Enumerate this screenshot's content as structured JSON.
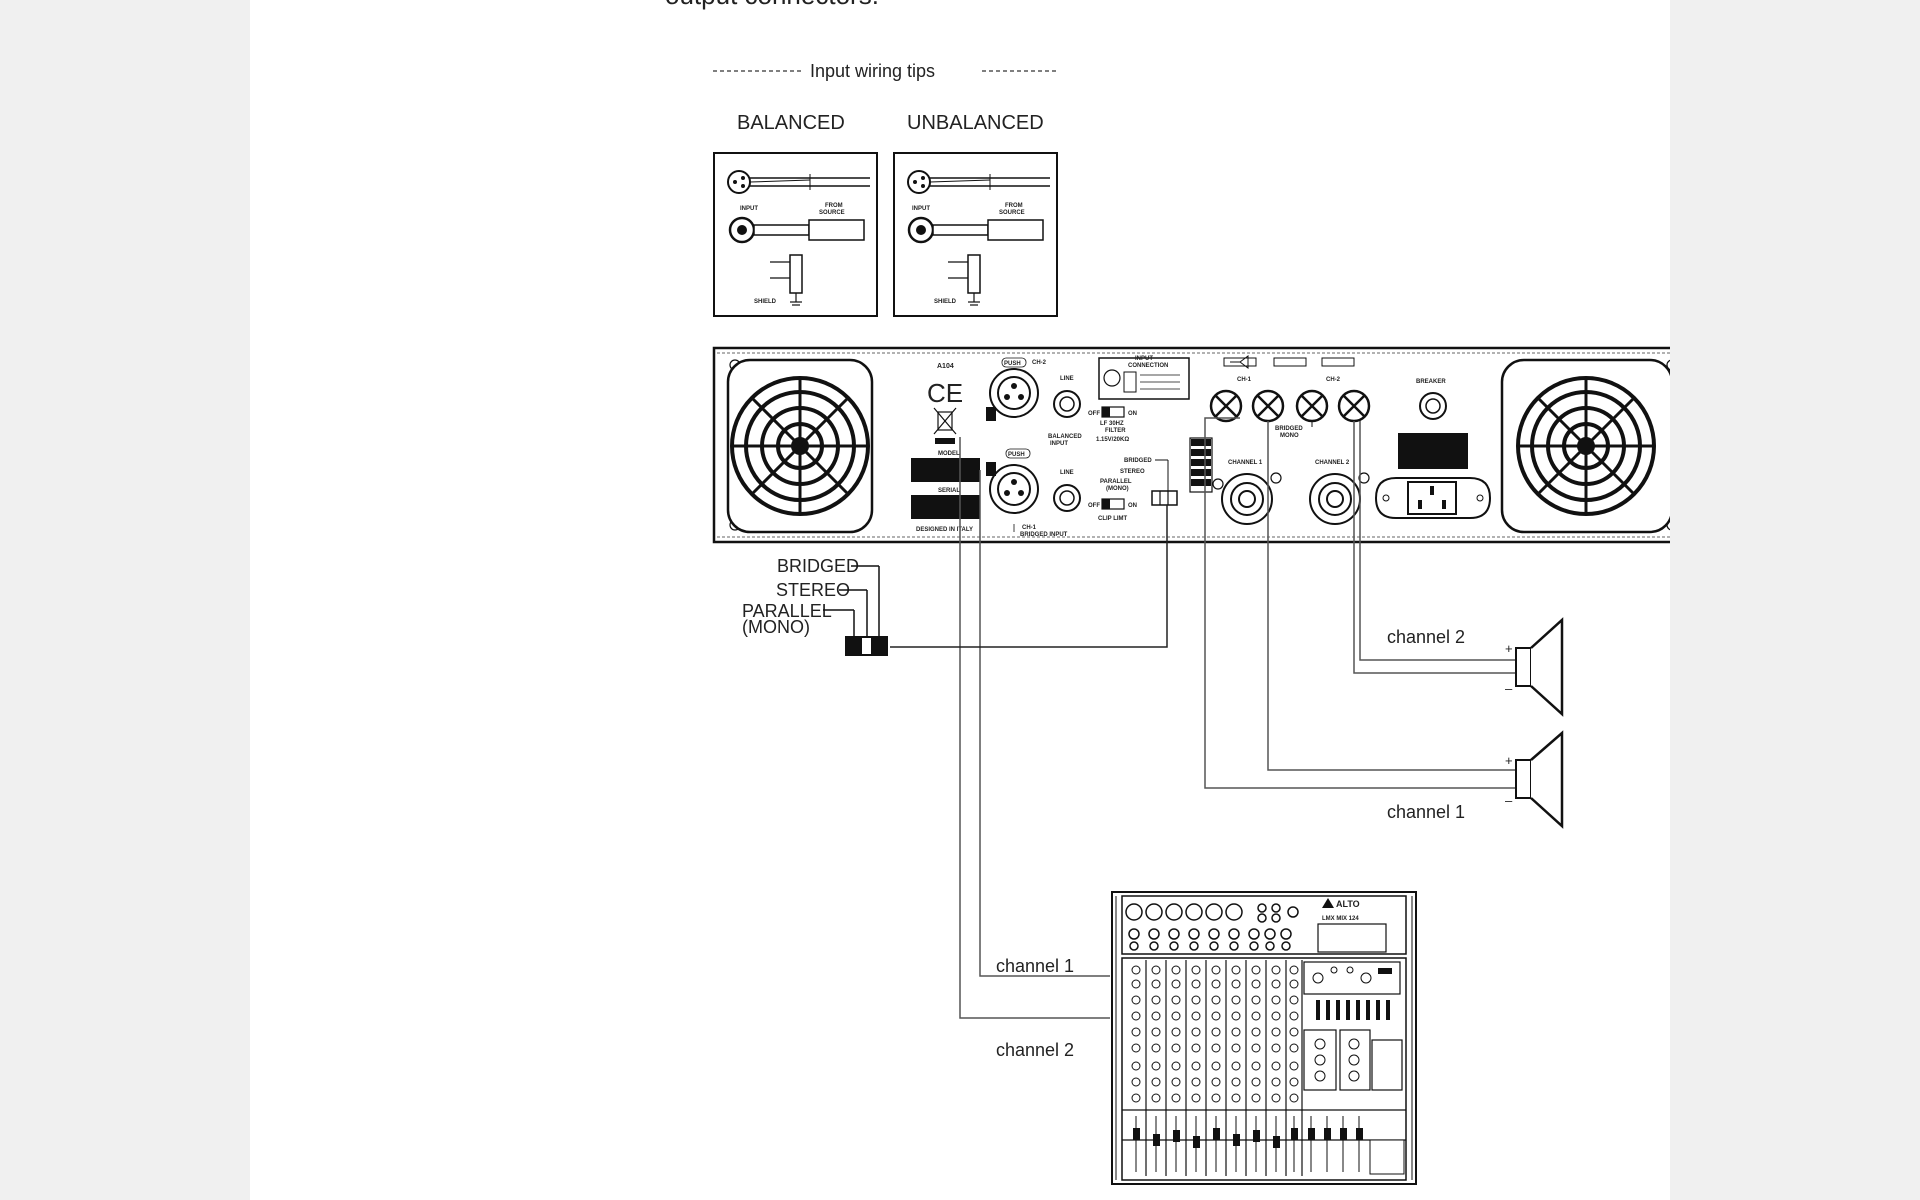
{
  "page": {
    "cut_heading": "output connectors."
  },
  "wiring_tips": {
    "title": "Input wiring tips",
    "balanced": "BALANCED",
    "unbalanced": "UNBALANCED",
    "box_input": "INPUT",
    "box_from": "FROM",
    "box_source": "SOURCE",
    "box_shield": "SHIELD"
  },
  "amplifier": {
    "model_name": "A104",
    "ce_mark": "CE",
    "push": "PUSH",
    "ch2_label": "CH-2",
    "ch1_label": "CH-1",
    "bridged_input": "BRIDGED INPUT",
    "line": "LINE",
    "balanced_input_1": "BALANCED",
    "balanced_input_2": "INPUT",
    "input_connection_1": "INPUT",
    "input_connection_2": "CONNECTION",
    "off": "OFF",
    "on": "ON",
    "lf_filter_1": "LF 30HZ",
    "lf_filter_2": "FILTER",
    "sensitivity": "1.15V/20KΩ",
    "mode_bridged": "BRIDGED",
    "mode_stereo": "STEREO",
    "mode_parallel_1": "PARALLEL",
    "mode_parallel_2": "(MONO)",
    "clip_limit": "CLIP LIMT",
    "model": "MODEL",
    "serial": "SERIAL",
    "designed": "DESIGNED IN ITALY",
    "ch1_top": "CH-1",
    "ch2_top": "CH-2",
    "bridged_mono_1": "BRIDGED",
    "bridged_mono_2": "MONO",
    "channel_1": "CHANNEL 1",
    "channel_2": "CHANNEL 2",
    "breaker": "BREAKER"
  },
  "mode_switch": {
    "bridged": "BRIDGED",
    "stereo": "STEREO",
    "parallel": "PARALLEL",
    "mono": "(MONO)"
  },
  "speakers": {
    "channel_2": "channel 2",
    "channel_1": "channel 1",
    "plus": "+",
    "minus": "–"
  },
  "mixer": {
    "brand": "ALTO",
    "model": "LMX MIX 124",
    "channel_1": "channel 1",
    "channel_2": "channel 2"
  }
}
